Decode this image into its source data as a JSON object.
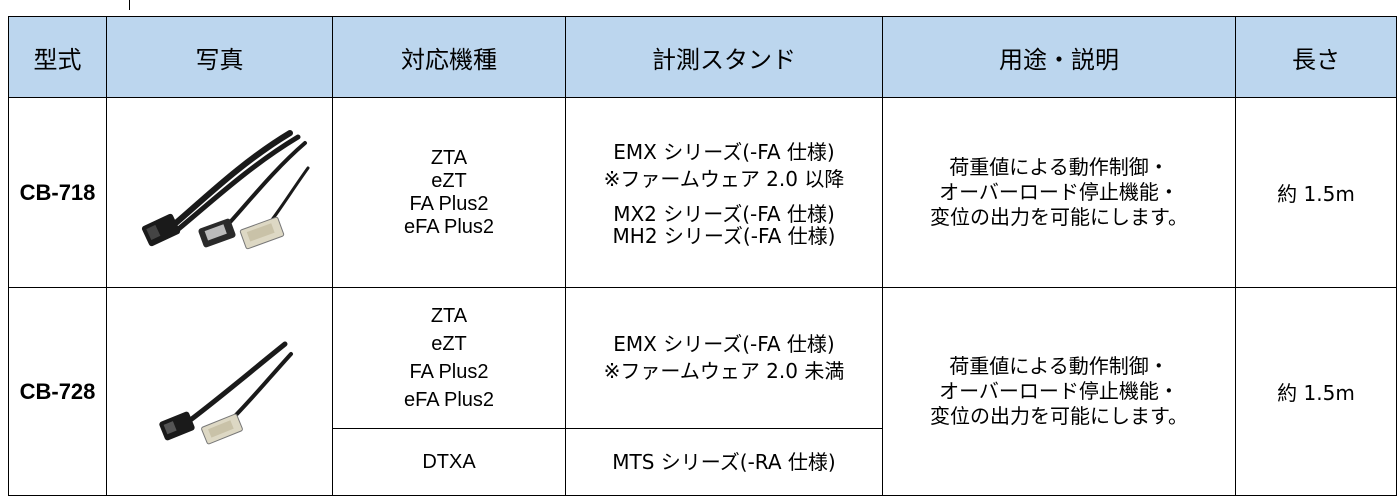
{
  "table": {
    "headers": [
      "型式",
      "写真",
      "対応機種",
      "計測スタンド",
      "用途・説明",
      "長さ"
    ],
    "rows": [
      {
        "model": "CB-718",
        "machines": [
          "ZTA",
          "eZT",
          "FA Plus2",
          "eFA Plus2"
        ],
        "stands": [
          "EMX シリーズ(-FA 仕様)",
          "※ファームウェア 2.0 以降",
          "MX2 シリーズ(-FA 仕様)",
          "MH2 シリーズ(-FA 仕様)"
        ],
        "description": [
          "荷重値による動作制御・",
          "オーバーロード停止機能・",
          "変位の出力を可能にします。"
        ],
        "length": "約 1.5m",
        "photo_icon": "cable-set-three-connectors-icon"
      },
      {
        "model": "CB-728",
        "machines": [
          "ZTA",
          "eZT",
          "FA Plus2",
          "eFA Plus2"
        ],
        "stands": [
          "EMX シリーズ(-FA 仕様)",
          "※ファームウェア 2.0 未満"
        ],
        "machines_2": [
          "DTXA"
        ],
        "stands_2": [
          "MTS シリーズ(-RA 仕様)"
        ],
        "description": [
          "荷重値による動作制御・",
          "オーバーロード停止機能・",
          "変位の出力を可能にします。"
        ],
        "length": "約 1.5m",
        "photo_icon": "cable-two-connectors-icon"
      }
    ]
  },
  "colors": {
    "header_bg": "#bcd6ee",
    "border": "#000000",
    "cable": "#1a1a1a",
    "connector_light": "#ddd8c4"
  }
}
